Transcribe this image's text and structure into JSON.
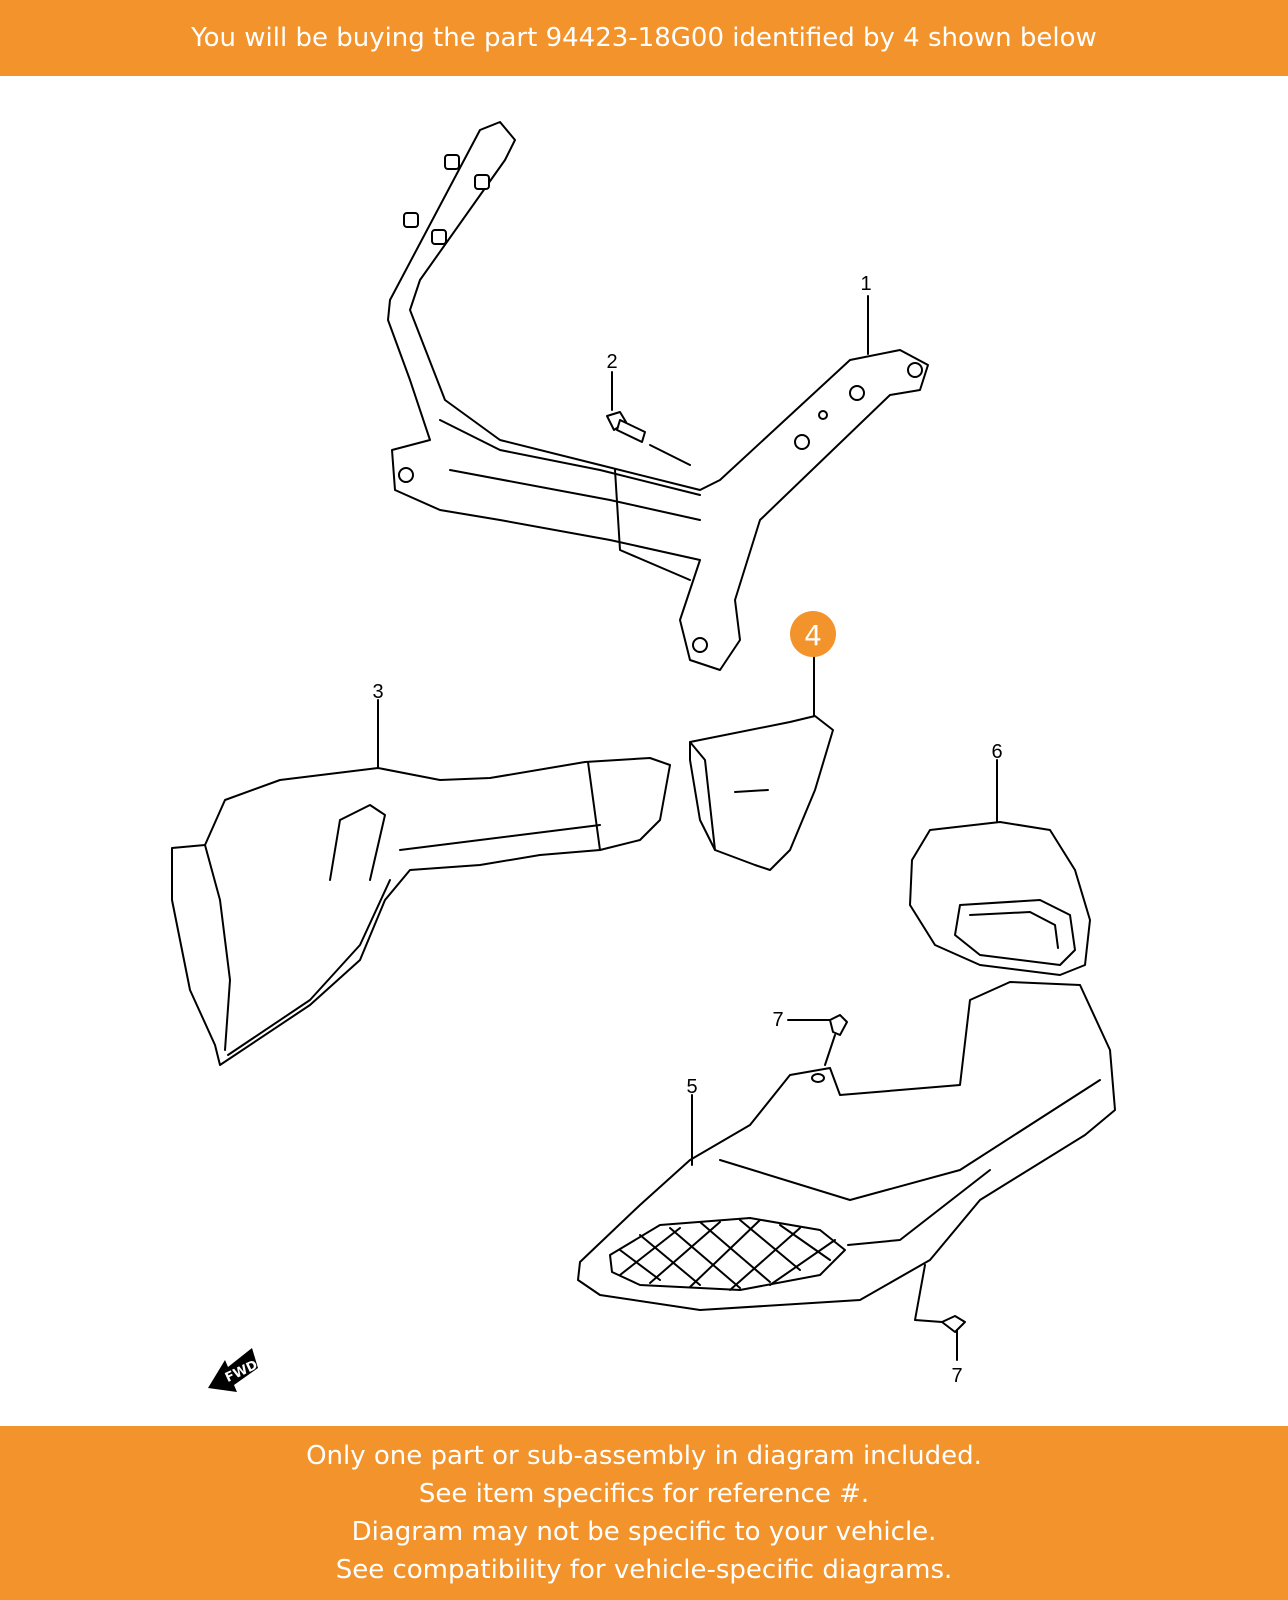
{
  "header": {
    "text": "You will be buying the part 94423-18G00 identified by 4 shown below"
  },
  "diagram": {
    "labels": {
      "l1": "1",
      "l2": "2",
      "l3": "3",
      "l4": "4",
      "l5": "5",
      "l6": "6",
      "l7a": "7",
      "l7b": "7"
    },
    "fwd": "FWD",
    "highlight_color": "#f3932b"
  },
  "footer": {
    "lines": [
      "Only one part or sub-assembly in diagram included.",
      "See item specifics for reference #.",
      "Diagram may not be specific to your vehicle.",
      "See compatibility for vehicle-specific diagrams."
    ]
  }
}
